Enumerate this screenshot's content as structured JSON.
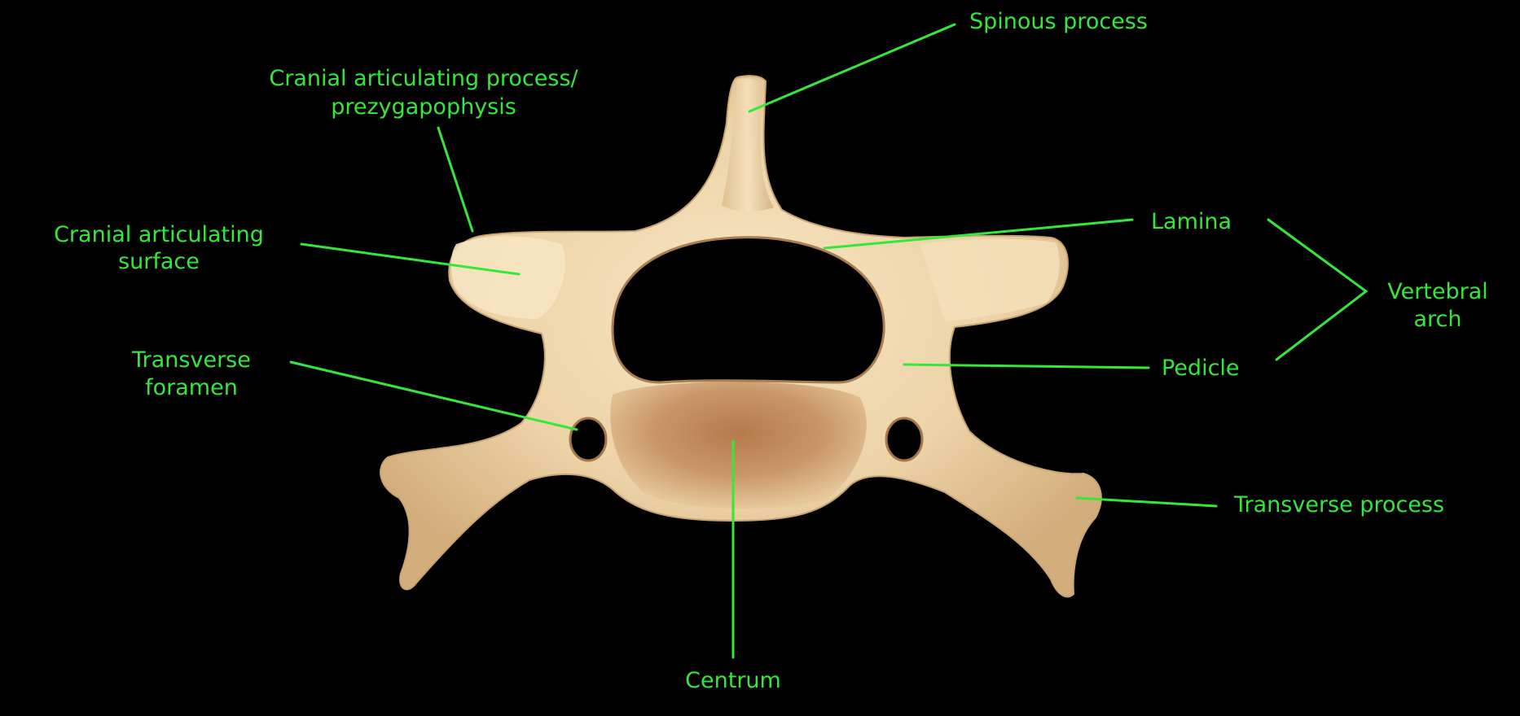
{
  "colors": {
    "background": "#000000",
    "label": "#34e83a",
    "leader_line": "#34e83a",
    "bone_light": "#f6e2bd",
    "bone_mid": "#e6c79a",
    "bone_shadow": "#b98a5c",
    "bone_dark": "#8c5a34"
  },
  "subject": "vertebra-cranial-view",
  "labels": {
    "spinous_process": "Spinous process",
    "cranial_articulating_process_1": "Cranial articulating process/",
    "cranial_articulating_process_2": "prezygapophysis",
    "cranial_articulating_surface_1": "Cranial articulating",
    "cranial_articulating_surface_2": "surface",
    "lamina": "Lamina",
    "vertebral_arch_1": "Vertebral",
    "vertebral_arch_2": "arch",
    "pedicle": "Pedicle",
    "transverse_foramen_1": "Transverse",
    "transverse_foramen_2": "foramen",
    "transverse_process": "Transverse process",
    "centrum": "Centrum"
  }
}
